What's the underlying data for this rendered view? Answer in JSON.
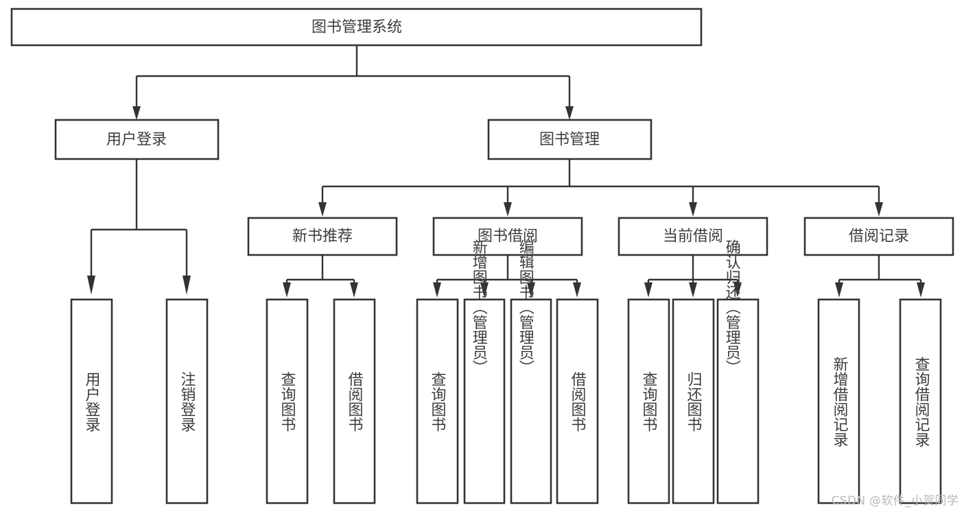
{
  "diagram": {
    "title": "图书管理系统",
    "type": "tree",
    "orientation": "top-down",
    "colors": {
      "box_fill": "#ffffff",
      "box_stroke": "#333333",
      "connector": "#333333",
      "text": "#3d3d3d",
      "background": "#ffffff",
      "watermark": "#b9b9b9"
    },
    "levels": {
      "root": {
        "label": "图书管理系统"
      },
      "level2": [
        {
          "label": "用户登录"
        },
        {
          "label": "图书管理"
        }
      ],
      "level3": [
        {
          "label": "新书推荐"
        },
        {
          "label": "图书借阅"
        },
        {
          "label": "当前借阅"
        },
        {
          "label": "借阅记录"
        }
      ],
      "leaves": {
        "user_login": [
          {
            "label": "用户登录"
          },
          {
            "label": "注销登录"
          }
        ],
        "new_book_recommend": [
          {
            "label": "查询图书"
          },
          {
            "label": "借阅图书"
          }
        ],
        "book_borrow": [
          {
            "label": "查询图书"
          },
          {
            "label": "新增图书（管理员）"
          },
          {
            "label": "编辑图书（管理员）"
          },
          {
            "label": "借阅图书"
          }
        ],
        "current_borrow": [
          {
            "label": "查询图书"
          },
          {
            "label": "归还图书"
          },
          {
            "label": "确认归还（管理员）"
          }
        ],
        "borrow_record": [
          {
            "label": "新增借阅记录"
          },
          {
            "label": "查询借阅记录"
          }
        ]
      }
    }
  },
  "watermark": {
    "text": "CSDN @软件_小贺同学"
  }
}
